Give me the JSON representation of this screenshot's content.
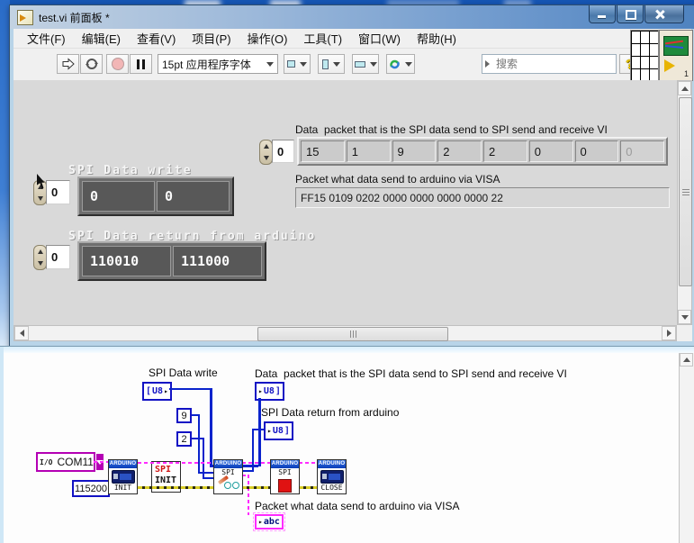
{
  "window": {
    "title": "test.vi 前面板 *",
    "menus": [
      "文件(F)",
      "编辑(E)",
      "查看(V)",
      "项目(P)",
      "操作(O)",
      "工具(T)",
      "窗口(W)",
      "帮助(H)"
    ],
    "toolbar": {
      "font": "15pt 应用程序字体",
      "search_placeholder": "搜索",
      "help_glyph": "?"
    }
  },
  "front_panel": {
    "spi_write": {
      "label": "SPI Data write",
      "index": "0",
      "values": [
        "0",
        "0"
      ]
    },
    "spi_return": {
      "label": "SPI Data return from arduino",
      "index": "0",
      "values": [
        "110010",
        "111000"
      ]
    },
    "data_packet": {
      "label": "Data  packet that is the SPI data send to SPI send and receive VI",
      "index": "0",
      "values": [
        "15",
        "1",
        "9",
        "2",
        "2",
        "0",
        "0"
      ],
      "dim_value": "0"
    },
    "visa_packet": {
      "label": "Packet what data send to arduino via VISA",
      "value": "FF15 0109 0202 0000 0000 0000 0000 22"
    }
  },
  "diagram": {
    "labels": {
      "spi_write": "SPI Data write",
      "data_packet": "Data  packet that is the SPI data send to SPI send and receive VI",
      "spi_return": "SPI Data return from arduino",
      "visa_packet": "Packet what data send to arduino via VISA"
    },
    "constants": {
      "nine": "9",
      "two": "2",
      "com": "COM11",
      "baud": "115200",
      "io_glyph": "I/O"
    },
    "terminals": {
      "u8": "U8",
      "abc": "abc",
      "open": "[",
      "close": "]",
      "arrow": "▸"
    },
    "nodes": {
      "banner": "ARDUINO",
      "init": "INIT",
      "close": "CLOSE",
      "spi": "SPI",
      "spi_init_l1": "SPI",
      "spi_init_l2": "INIT"
    }
  },
  "colors": {
    "accent_blue": "#0a23cc",
    "visa_pink": "#ff2bff",
    "error_yellow": "#d8cc25",
    "banner_blue": "#0a3cb8",
    "titlebar_blue": "#6b97cc"
  }
}
